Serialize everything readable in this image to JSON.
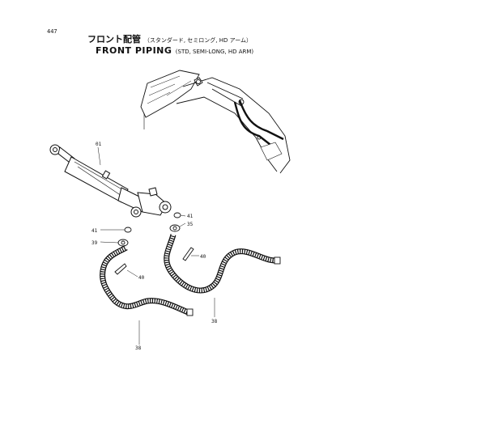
{
  "header": {
    "page_number": "447",
    "title_jp": "フロント配管",
    "title_jp_sub": "（スタンダード, セミロング, HD アーム）",
    "title_en": "FRONT  PIPING",
    "title_en_sub": "(STD, SEMI-LONG, HD ARM)"
  },
  "callouts": [
    {
      "id": "c01",
      "text": "01"
    },
    {
      "id": "c41a",
      "text": "41"
    },
    {
      "id": "c41b",
      "text": "41"
    },
    {
      "id": "c35",
      "text": "35"
    },
    {
      "id": "c39",
      "text": "39"
    },
    {
      "id": "c40a",
      "text": "40"
    },
    {
      "id": "c40b",
      "text": "40"
    },
    {
      "id": "c38a",
      "text": "38"
    },
    {
      "id": "c38b",
      "text": "38"
    }
  ]
}
